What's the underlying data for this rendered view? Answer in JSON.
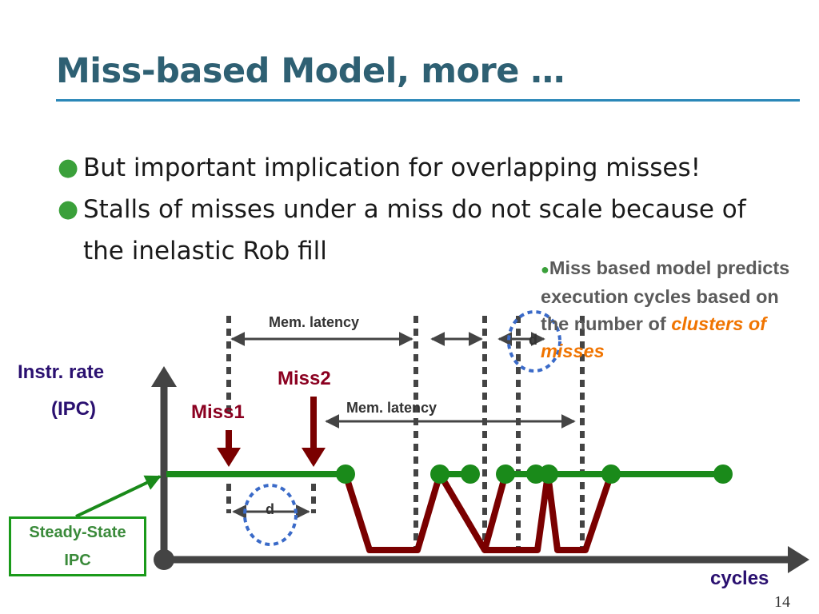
{
  "slide": {
    "title": "Miss-based Model, more …",
    "bullets": [
      "But important implication for overlapping misses!",
      "Stalls of misses under a miss do not scale because of the inelastic Rob fill"
    ],
    "side_note": {
      "bullet": "●",
      "text_before": "Miss based model predicts execution cycles based on the number of ",
      "highlight": "clusters of misses"
    },
    "page_number": "14"
  },
  "diagram": {
    "y_axis_label_line1": "Instr. rate",
    "y_axis_label_line2": "(IPC)",
    "x_axis_label": "cycles",
    "miss1_label": "Miss1",
    "miss2_label": "Miss2",
    "mem_latency_top": "Mem. latency",
    "mem_latency_mid": "Mem. latency",
    "d_bottom": "d",
    "d_top": "d",
    "steady_state_line1": "Steady-State",
    "steady_state_line2": "IPC"
  },
  "colors": {
    "title": "#2e6073",
    "title_rule": "#2a87b8",
    "bullet_dot": "#3aa03a",
    "ipc_line": "#1a8a1a",
    "stall_line": "#7a0000",
    "axis": "#444444",
    "miss_label": "#8b0020",
    "axis_label": "#2a1070",
    "highlight": "#f07400",
    "d_circle": "#3a6ac8"
  }
}
